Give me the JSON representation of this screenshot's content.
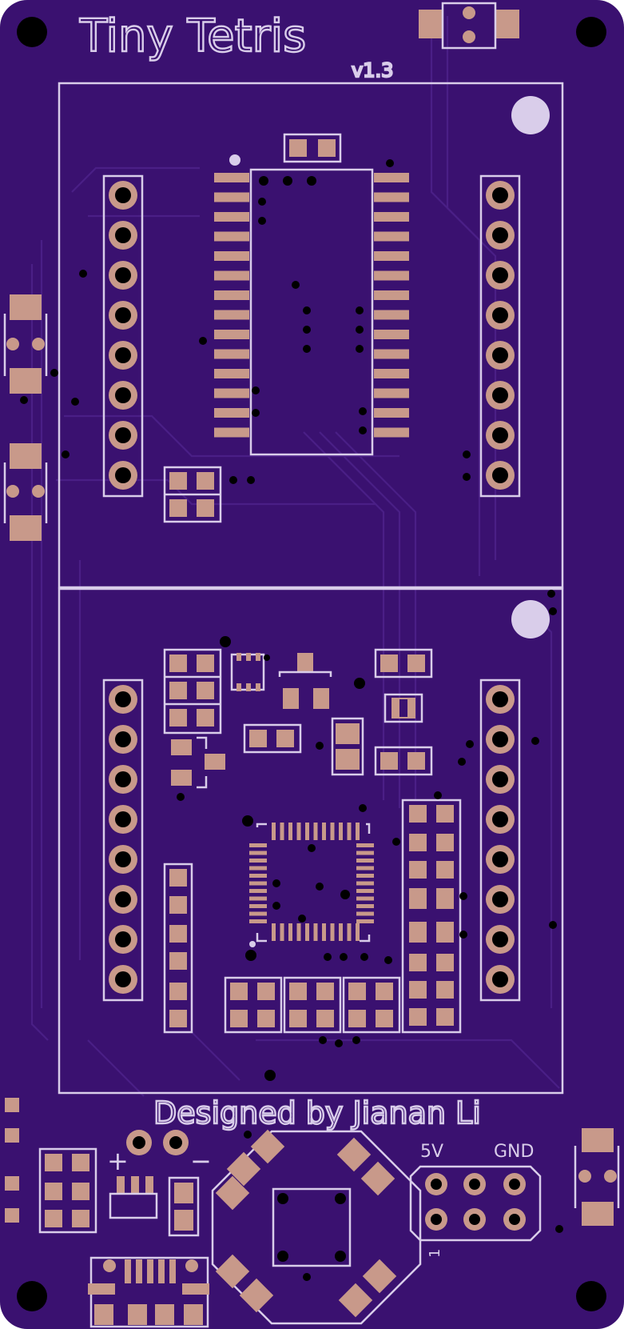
{
  "board": {
    "title": "Tiny Tetris",
    "version": "v1.3",
    "credit": "Designed by Jianan Li",
    "power_plus": "+",
    "power_minus": "−",
    "header_5v": "5V",
    "header_gnd": "GND",
    "pin_one": "1"
  },
  "colors": {
    "substrate": "#3a1170",
    "copper_fill": "#42187c",
    "pad": "#c8998a",
    "silkscreen": "#d9cdea",
    "drill": "#000000"
  }
}
